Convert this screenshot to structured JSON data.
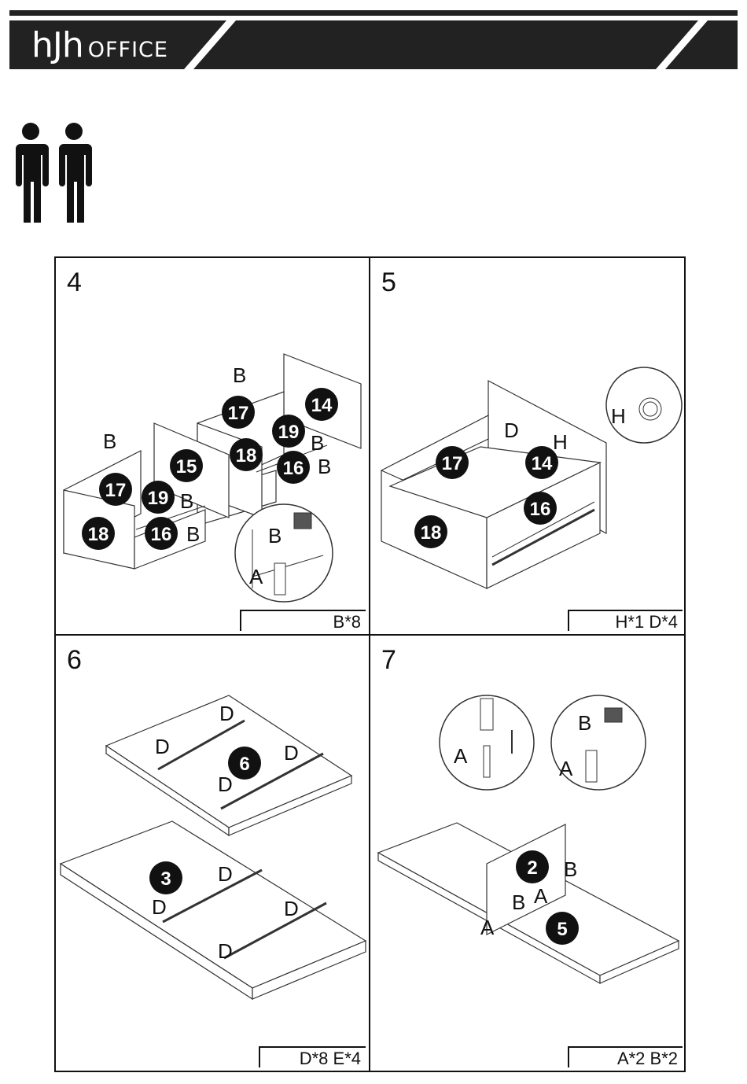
{
  "header": {
    "brand_main": "hJh",
    "brand_sub": "OFFICE"
  },
  "steps": [
    {
      "number": "4",
      "parts": "B*8"
    },
    {
      "number": "5",
      "parts": "H*1  D*4"
    },
    {
      "number": "6",
      "parts": "D*8 E*4"
    },
    {
      "number": "7",
      "parts": "A*2  B*2"
    }
  ],
  "labels": {
    "B": "B",
    "A": "A",
    "D": "D",
    "H": "H",
    "p2": "2",
    "p3": "3",
    "p5": "5",
    "p6": "6",
    "p14": "14",
    "p15": "15",
    "p16": "16",
    "p17": "17",
    "p18": "18",
    "p19": "19"
  }
}
